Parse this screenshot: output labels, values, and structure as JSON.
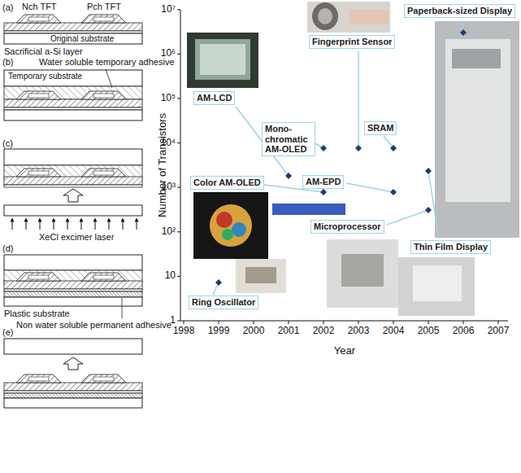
{
  "diagram": {
    "nodes": [
      {
        "text": [
          "AM-LCD"
        ]
      },
      {
        "text": [
          "Mono-chromatic AM-OLED"
        ]
      },
      {
        "text": [
          "Fingerprint Sensor"
        ]
      },
      {
        "text": [
          "Paperback-sized Display"
        ]
      },
      {
        "text": [
          "Color AM-OLED"
        ]
      },
      {
        "text": [
          "AM-EPD"
        ]
      },
      {
        "text": [
          "SRAM"
        ]
      },
      {
        "text": [
          "Microprocessor"
        ]
      },
      {
        "text": [
          "Thin Film Display"
        ]
      },
      {
        "text": [
          "Ring Oscillator"
        ]
      }
    ],
    "labels": [
      "(a)",
      "Nch TFT",
      "Pch TFT",
      "Sacrificial a-Si layer",
      "Original substrate",
      "(b)",
      "Water soluble temporary adhesive",
      "Temporary substrate",
      "(c)",
      "XeCl excimer laser",
      "(d)",
      "Plastic substrate",
      "Non water soluble permanent adhesive",
      "(e)",
      "Number of Transistors",
      "1",
      "10",
      "10²",
      "10³",
      "10⁴",
      "10⁵",
      "10⁶",
      "10⁷",
      "1998",
      "1999",
      "2000",
      "2001",
      "2002",
      "2003",
      "2004",
      "2005",
      "2006",
      "2007",
      "Year"
    ]
  }
}
